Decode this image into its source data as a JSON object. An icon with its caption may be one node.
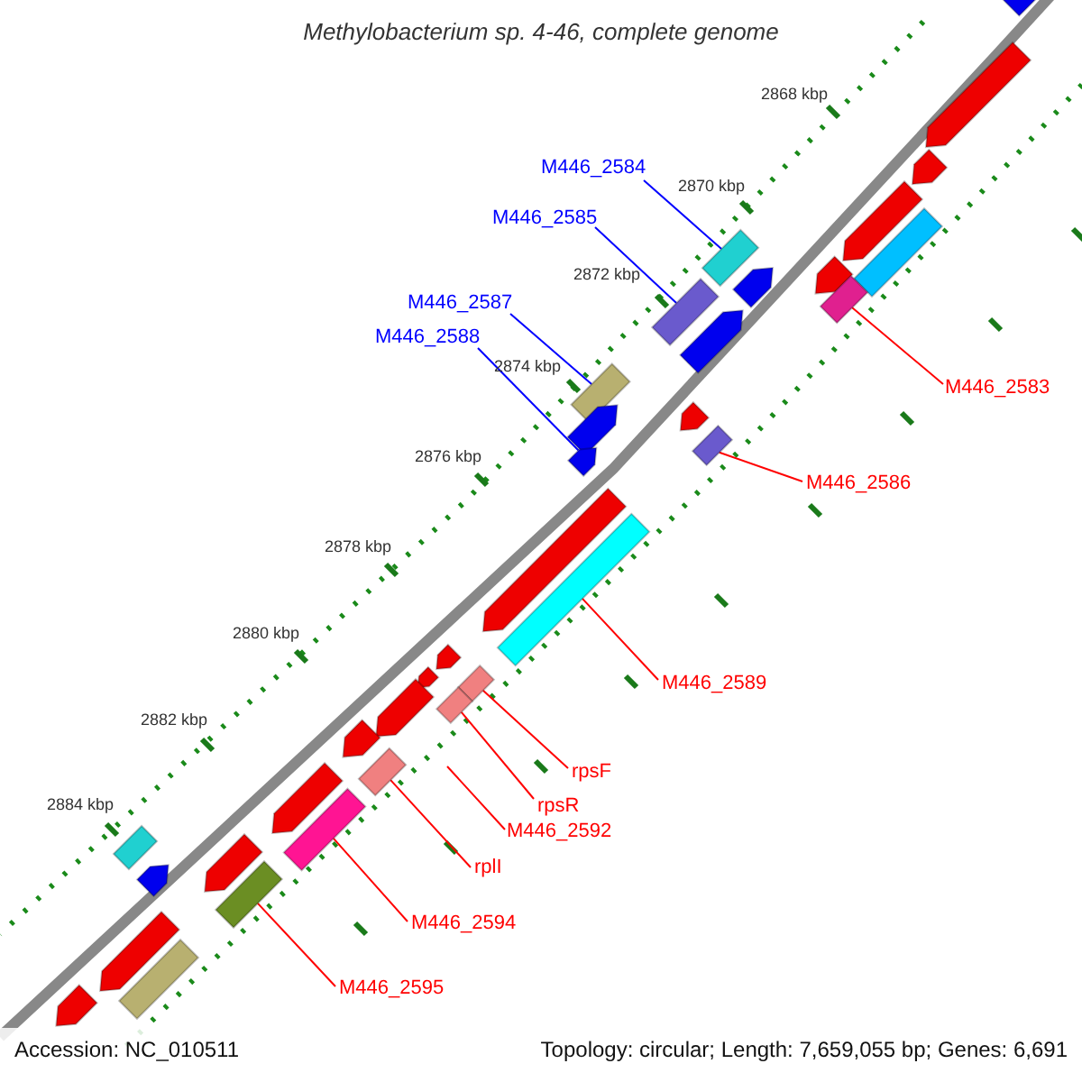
{
  "diagram": {
    "title": "Methylobacterium sp. 4-46, complete genome",
    "nodes": [
      {
        "text": [
          "M446_2584"
        ]
      },
      {
        "text": [
          "M446_2585"
        ]
      },
      {
        "text": [
          "M446_2587"
        ]
      },
      {
        "text": [
          "M446_2588"
        ]
      },
      {
        "text": [
          "M446_2583"
        ]
      },
      {
        "text": [
          "M446_2586"
        ]
      },
      {
        "text": [
          "M446_2589"
        ]
      },
      {
        "text": [
          "rpsF"
        ]
      },
      {
        "text": [
          "rpsR"
        ]
      },
      {
        "text": [
          "M446_2592"
        ]
      },
      {
        "text": [
          "rplI"
        ]
      },
      {
        "text": [
          "M446_2594"
        ]
      },
      {
        "text": [
          "M446_2595"
        ]
      },
      {
        "text": [],
        "shape": "arrow"
      },
      {
        "text": [],
        "shape": "arrow"
      },
      {
        "text": [],
        "shape": "arrow"
      },
      {
        "text": [],
        "shape": "arrow"
      },
      {
        "text": [],
        "shape": "box"
      },
      {
        "text": [],
        "shape": "box"
      },
      {
        "text": [],
        "shape": "arrow"
      },
      {
        "text": [],
        "shape": "arrow"
      },
      {
        "text": [],
        "shape": "box"
      },
      {
        "text": [],
        "shape": "box"
      },
      {
        "text": [],
        "shape": "arrow"
      },
      {
        "text": [],
        "shape": "box"
      },
      {
        "text": [],
        "shape": "arrow"
      },
      {
        "text": [],
        "shape": "arrow"
      },
      {
        "text": [],
        "shape": "box"
      },
      {
        "text": [],
        "shape": "arrow"
      },
      {
        "text": [],
        "shape": "arrow"
      },
      {
        "text": [],
        "shape": "box"
      },
      {
        "text": [],
        "shape": "arrow"
      },
      {
        "text": [],
        "shape": "arrow"
      },
      {
        "text": [],
        "shape": "box"
      },
      {
        "text": [],
        "shape": "box"
      },
      {
        "text": [],
        "shape": "arrow"
      },
      {
        "text": [],
        "shape": "arrow"
      },
      {
        "text": [],
        "shape": "box"
      },
      {
        "text": [],
        "shape": "arrow"
      },
      {
        "text": [],
        "shape": "box"
      },
      {
        "text": [],
        "shape": "box"
      },
      {
        "text": [],
        "shape": "arrow"
      },
      {
        "text": [],
        "shape": "arrow"
      },
      {
        "text": [],
        "shape": "box"
      },
      {
        "text": [],
        "shape": "arrow"
      },
      {
        "text": [],
        "shape": "box"
      },
      {
        "text": [],
        "shape": "arrow"
      }
    ],
    "edges": [
      {
        "from": 0,
        "to": 18,
        "arrow": "none",
        "color": "#0000ff"
      },
      {
        "from": 1,
        "to": 22,
        "arrow": "none",
        "color": "#0000ff"
      },
      {
        "from": 2,
        "to": 24,
        "arrow": "none",
        "color": "#0000ff"
      },
      {
        "from": 3,
        "to": 28,
        "arrow": "none",
        "color": "#0000ff"
      },
      {
        "from": 4,
        "to": 21,
        "arrow": "none"
      },
      {
        "from": 5,
        "to": 27,
        "arrow": "none"
      },
      {
        "from": 6,
        "to": 30,
        "arrow": "none"
      },
      {
        "from": 7,
        "to": 33,
        "arrow": "none"
      },
      {
        "from": 8,
        "to": 34,
        "arrow": "none"
      },
      {
        "from": 9,
        "to": null,
        "arrow": "none"
      },
      {
        "from": 10,
        "to": 37,
        "arrow": "none"
      },
      {
        "from": 11,
        "to": 39,
        "arrow": "none"
      },
      {
        "from": 12,
        "to": 43,
        "arrow": "none"
      }
    ],
    "labels": [
      "2868 kbp",
      "2870 kbp",
      "2872 kbp",
      "2874 kbp",
      "2876 kbp",
      "2878 kbp",
      "2880 kbp",
      "2882 kbp",
      "2884 kbp",
      "Accession: NC_010511",
      "Topology: circular; Length: 7,659,055 bp; Genes: 6,691"
    ]
  }
}
